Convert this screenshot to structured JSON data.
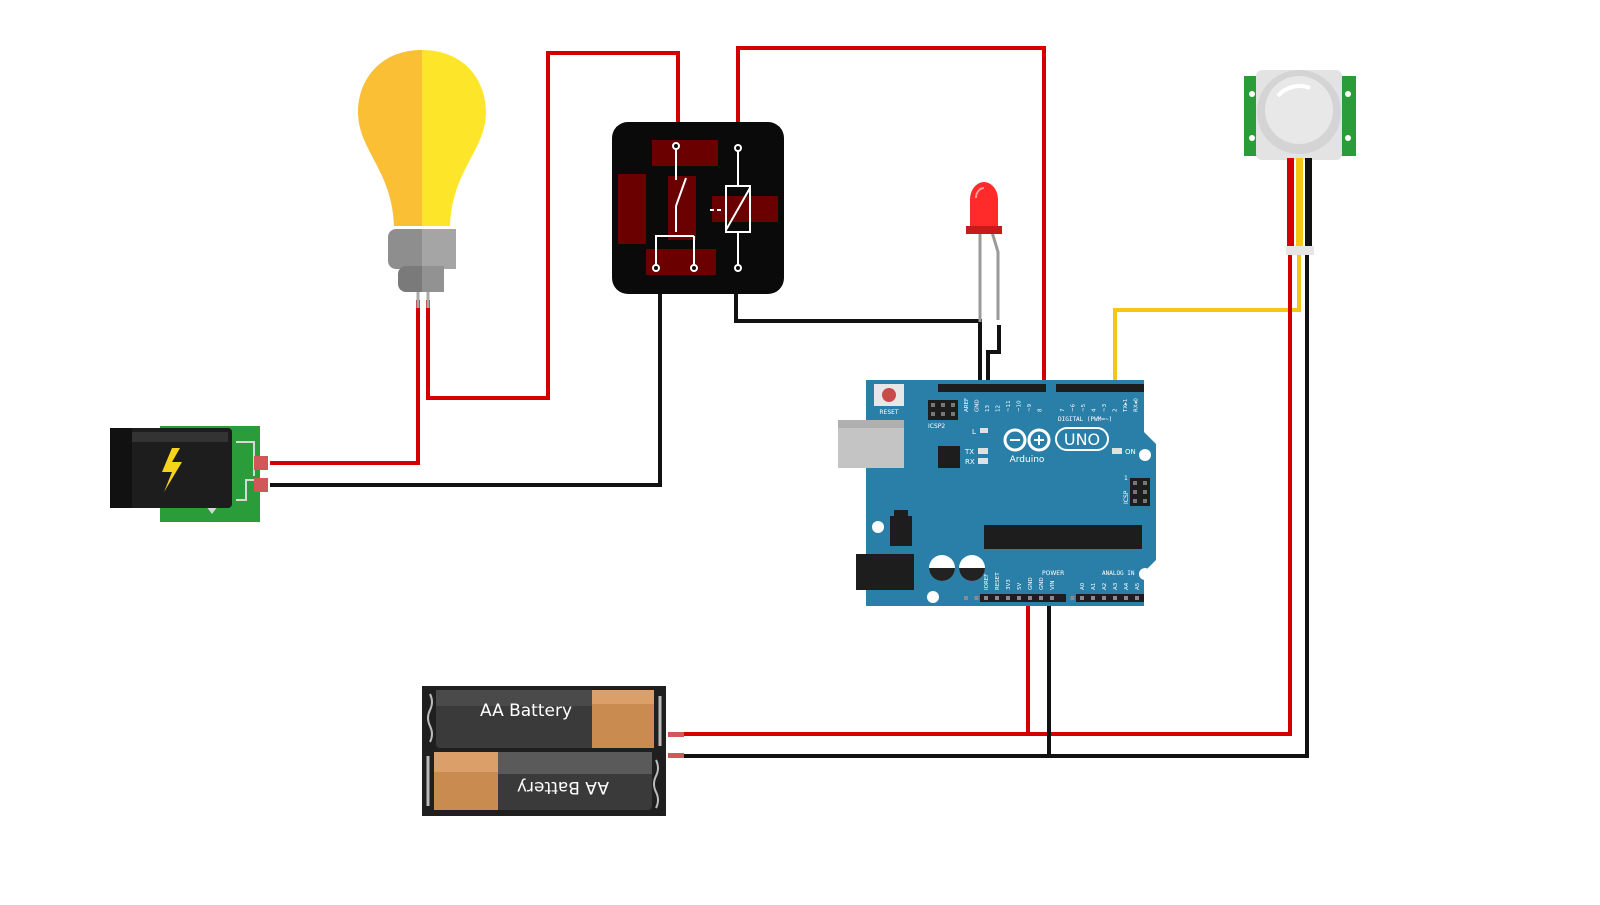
{
  "colors": {
    "wire_power": "#d40000",
    "wire_ground": "#111111",
    "wire_signal": "#f5c518",
    "arduino_board": "#2a7fa8",
    "relay_body": "#0a0a0a",
    "bulb_left": "#fbbf35",
    "bulb_right": "#fde62a",
    "pcb_green": "#2a9d3a",
    "battery_copper": "#c98b50"
  },
  "icons": {
    "bulb": "light-bulb-icon",
    "bolt": "lightning-bolt-icon",
    "led": "led-icon",
    "pir": "pir-sensor-icon"
  },
  "arduino": {
    "brand": "Arduino",
    "model": "UNO",
    "reset_label": "RESET",
    "icsp2_label": "ICSP2",
    "icsp_label": "ICSP",
    "led_l": "L",
    "led_tx": "TX",
    "led_rx": "RX",
    "on_label": "ON",
    "digital_label": "DIGITAL (PWM=~)",
    "power_label": "POWER",
    "analog_label": "ANALOG IN",
    "header_one": "1",
    "top_pins": [
      "AREF",
      "GND",
      "13",
      "12",
      "~11",
      "~10",
      "~9",
      "8",
      "7",
      "~6",
      "~5",
      "4",
      "~3",
      "2",
      "TX▸1",
      "RX◂0"
    ],
    "power_pins": [
      "IOREF",
      "RESET",
      "3V3",
      "5V",
      "GND",
      "GND",
      "VIN"
    ],
    "analog_pins": [
      "A0",
      "A1",
      "A2",
      "A3",
      "A4",
      "A5"
    ]
  },
  "battery": {
    "label_top": "AA Battery",
    "label_bottom": "AA Battery"
  }
}
